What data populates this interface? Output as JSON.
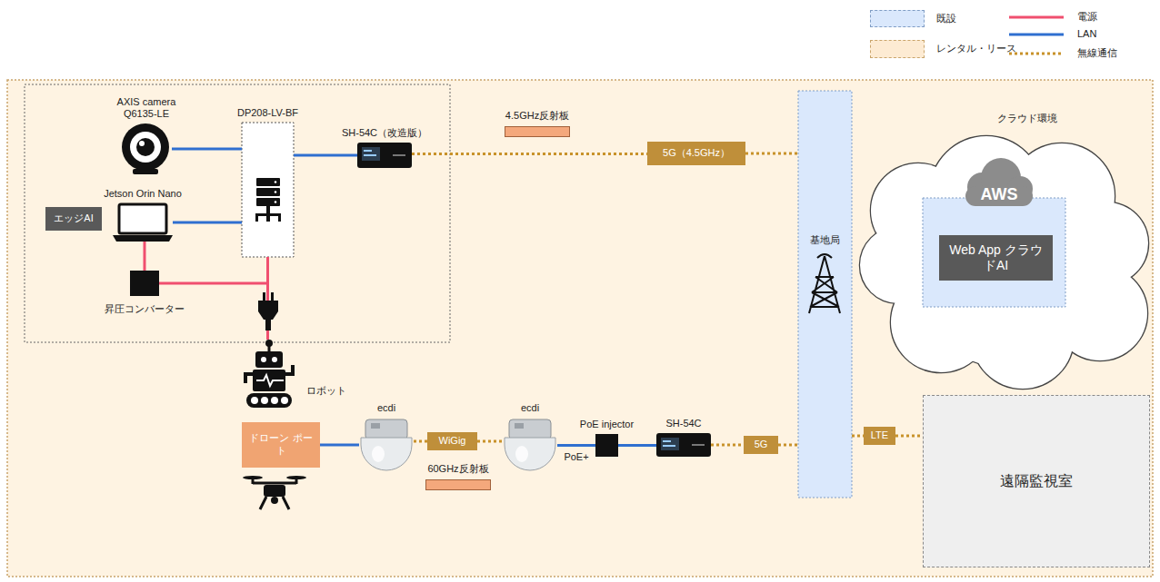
{
  "diagram": {
    "nodes": [
      {
        "text": [
          "AXIS camera Q6135-LE"
        ]
      },
      {
        "text": [
          "DP208-LV-BF"
        ]
      },
      {
        "text": [
          "SH-54C（改造版）"
        ]
      },
      {
        "text": [
          "4.5GHz反射板"
        ]
      },
      {
        "text": [
          "5G（4.5GHz）"
        ]
      },
      {
        "text": [
          "基地局"
        ]
      },
      {
        "text": [
          "クラウド環境"
        ]
      },
      {
        "text": [
          "Web App クラウドAI"
        ],
        "in": 6
      },
      {
        "text": [
          "Jetson Orin Nano"
        ]
      },
      {
        "text": [
          "エッジAI"
        ]
      },
      {
        "text": [
          "昇圧コンバーター"
        ]
      },
      {
        "text": [
          "ロボット"
        ]
      },
      {
        "text": [
          "ドローン ポート"
        ]
      },
      {
        "text": [
          "ecdi"
        ]
      },
      {
        "text": [
          "WiGig"
        ]
      },
      {
        "text": [
          "ecdi"
        ]
      },
      {
        "text": [
          "60GHz反射板"
        ]
      },
      {
        "text": [
          "PoE injector"
        ]
      },
      {
        "text": [
          "SH-54C"
        ]
      },
      {
        "text": [
          "5G"
        ]
      },
      {
        "text": [
          "LTE"
        ]
      },
      {
        "text": [
          "遠隔監視室"
        ]
      }
    ],
    "edges": [
      {
        "from": 0,
        "to": 1,
        "arrow": "none"
      },
      {
        "from": 8,
        "to": 1,
        "arrow": "none"
      },
      {
        "from": 1,
        "to": 2,
        "arrow": "none"
      },
      {
        "from": 2,
        "to": 4,
        "arrow": "none"
      },
      {
        "from": 4,
        "to": 5,
        "arrow": "none"
      },
      {
        "from": 10,
        "to": 8,
        "arrow": "none"
      },
      {
        "from": 10,
        "to": 1,
        "arrow": "none"
      },
      {
        "from": 1,
        "to": 11,
        "arrow": "none"
      },
      {
        "from": 12,
        "to": 13,
        "arrow": "none"
      },
      {
        "from": 13,
        "to": 14,
        "arrow": "none"
      },
      {
        "from": 14,
        "to": 15,
        "arrow": "none"
      },
      {
        "from": 15,
        "to": 17,
        "label": "PoE+",
        "arrow": "none"
      },
      {
        "from": 17,
        "to": 18,
        "arrow": "none"
      },
      {
        "from": 18,
        "to": 19,
        "arrow": "none"
      },
      {
        "from": 19,
        "to": 5,
        "arrow": "none"
      },
      {
        "from": 5,
        "to": 20,
        "arrow": "none"
      },
      {
        "from": 20,
        "to": 21,
        "arrow": "none"
      }
    ],
    "labels": [
      "AWS"
    ],
    "legend": [
      {
        "text": "既設",
        "color": "#dae8fc"
      },
      {
        "text": "レンタル・リース",
        "color": "#fdebd3"
      },
      {
        "text": "電源"
      },
      {
        "text": "LAN"
      },
      {
        "text": "無線通信"
      }
    ]
  }
}
